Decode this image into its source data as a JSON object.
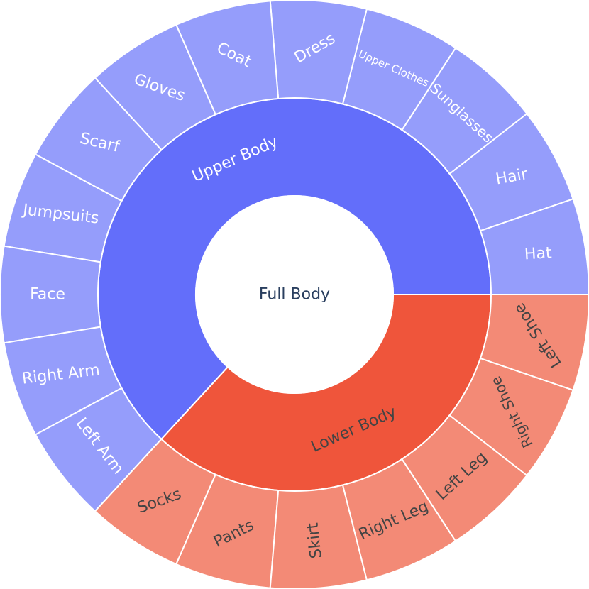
{
  "chart_data": {
    "type": "sunburst",
    "root": {
      "label": "Full Body",
      "value": 24
    },
    "children": [
      {
        "label": "Upper Body",
        "color": "#636efa",
        "leaf_color": "#959dfb",
        "text_color": "#ffffff",
        "children": [
          {
            "label": "Hat",
            "value": 1
          },
          {
            "label": "Hair",
            "value": 1
          },
          {
            "label": "Sunglasses",
            "value": 1
          },
          {
            "label": "Upper Clothes",
            "value": 1
          },
          {
            "label": "Dress",
            "value": 1
          },
          {
            "label": "Coat",
            "value": 1
          },
          {
            "label": "Gloves",
            "value": 1
          },
          {
            "label": "Scarf",
            "value": 1
          },
          {
            "label": "Jumpsuits",
            "value": 1
          },
          {
            "label": "Face",
            "value": 1
          },
          {
            "label": "Right Arm",
            "value": 1
          },
          {
            "label": "Left Arm",
            "value": 1
          }
        ]
      },
      {
        "label": "Lower Body",
        "color": "#ef553b",
        "leaf_color": "#f38a76",
        "text_color": "#444444",
        "children": [
          {
            "label": "Socks",
            "value": 1
          },
          {
            "label": "Pants",
            "value": 1
          },
          {
            "label": "Skirt",
            "value": 1
          },
          {
            "label": "Right Leg",
            "value": 1
          },
          {
            "label": "Left Leg",
            "value": 1
          },
          {
            "label": "Right Shoe",
            "value": 1
          },
          {
            "label": "Left Shoe",
            "value": 1
          }
        ]
      }
    ]
  }
}
